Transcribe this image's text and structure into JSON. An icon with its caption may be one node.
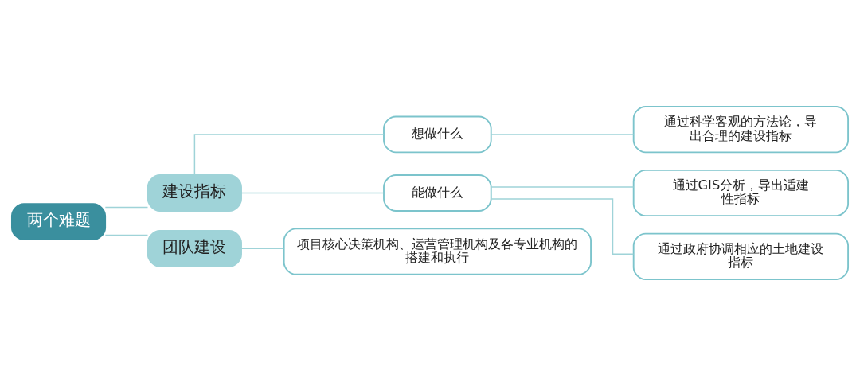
{
  "diagram": {
    "nodes": [
      {
        "text": [
          "两个难题"
        ]
      },
      {
        "text": [
          "建设指标"
        ]
      },
      {
        "text": [
          "团队建设"
        ]
      },
      {
        "text": [
          "想做什么"
        ]
      },
      {
        "text": [
          "能做什么"
        ]
      },
      {
        "text": [
          "通过科学客观的方法论，导出合理的建设指标"
        ]
      },
      {
        "text": [
          "通过GIS分析，导出适建性指标"
        ]
      },
      {
        "text": [
          "通过政府协调相应的土地建设指标"
        ]
      },
      {
        "text": [
          "项目核心决策机构、运营管理机构及各专业机构的搭建和执行"
        ]
      }
    ],
    "edges": [
      {
        "from": 0,
        "to": 1,
        "arrow": "none"
      },
      {
        "from": 0,
        "to": 2,
        "arrow": "none"
      },
      {
        "from": 1,
        "to": 3,
        "arrow": "none"
      },
      {
        "from": 1,
        "to": 4,
        "arrow": "none"
      },
      {
        "from": 3,
        "to": 5,
        "arrow": "none"
      },
      {
        "from": 4,
        "to": 6,
        "arrow": "none"
      },
      {
        "from": 4,
        "to": 7,
        "arrow": "none"
      },
      {
        "from": 2,
        "to": 8,
        "arrow": "none"
      }
    ]
  }
}
